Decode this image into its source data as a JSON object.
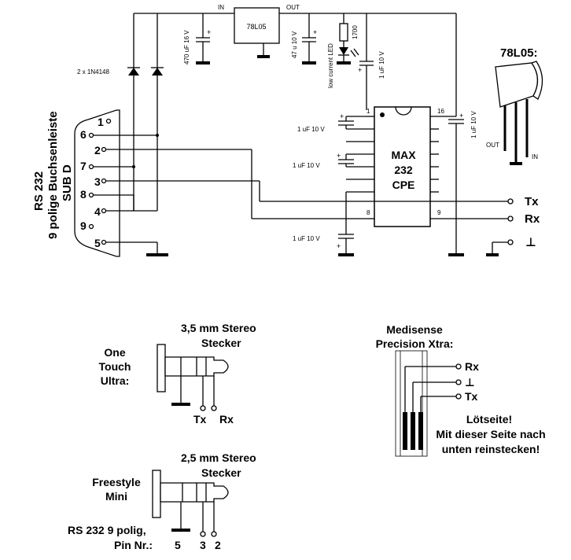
{
  "schematic": {
    "regulator_box": "78L05",
    "regulator_in": "IN",
    "regulator_out": "OUT",
    "cap_470": "470 uF 16 V",
    "cap_47": "47 u 10 V",
    "led_label": "low current LED",
    "resistor": "1700",
    "cap_top": "1 uF 10 V",
    "diodes": "2 x 1N4148",
    "ic_line1": "MAX",
    "ic_line2": "232",
    "ic_line3": "CPE",
    "ic_pin1": "1",
    "ic_pin16": "16",
    "ic_pin8": "8",
    "ic_pin9": "9",
    "cap_c1": "1 uF 10 V",
    "cap_c2": "1 uF 10 V",
    "cap_c3": "1 uF 10 V",
    "cap_c4": "1 uF 10 V",
    "tx": "Tx",
    "rx": "Rx",
    "gnd_symbol": "⊥",
    "pkg_title": "78L05:",
    "pkg_out": "OUT",
    "pkg_in": "IN",
    "connector_line1": "RS 232",
    "connector_line2": "9 polige Buchsenleiste",
    "connector_line3": "SUB D",
    "pins": [
      "1",
      "2",
      "3",
      "4",
      "5",
      "6",
      "7",
      "8",
      "9"
    ]
  },
  "jack35": {
    "title_line1": "3,5 mm Stereo",
    "title_line2": "Stecker",
    "device_line1": "One",
    "device_line2": "Touch",
    "device_line3": "Ultra:",
    "tx": "Tx",
    "rx": "Rx"
  },
  "jack25": {
    "title_line1": "2,5 mm Stereo",
    "title_line2": "Stecker",
    "device_line1": "Freestyle",
    "device_line2": "Mini",
    "pins_line1": "RS 232 9 polig,",
    "pins_line2": "Pin Nr.:",
    "pin_a": "5",
    "pin_b": "3",
    "pin_c": "2"
  },
  "medisense": {
    "title_line1": "Medisense",
    "title_line2": "Precision Xtra:",
    "rx": "Rx",
    "gnd_symbol": "⊥",
    "tx": "Tx",
    "note_line1": "Lötseite!",
    "note_line2": "Mit dieser Seite nach",
    "note_line3": "unten reinstecken!"
  }
}
